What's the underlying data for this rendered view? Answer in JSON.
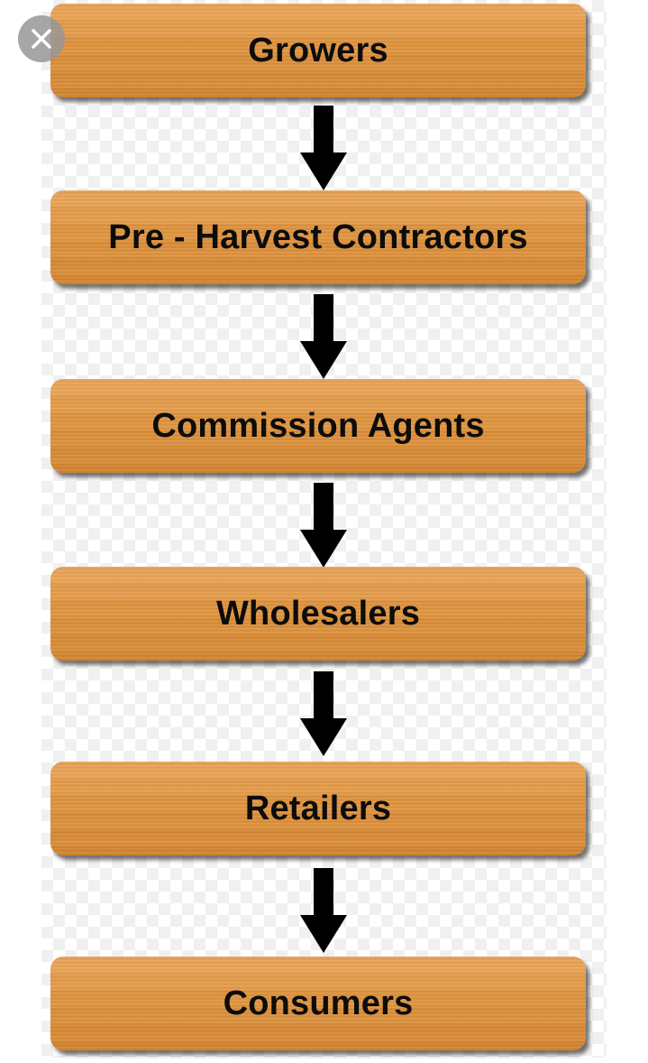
{
  "diagram": {
    "nodes": [
      {
        "id": "growers",
        "label": "Growers"
      },
      {
        "id": "pre-harvest-contractors",
        "label": "Pre - Harvest Contractors"
      },
      {
        "id": "commission-agents",
        "label": "Commission Agents"
      },
      {
        "id": "wholesalers",
        "label": "Wholesalers"
      },
      {
        "id": "retailers",
        "label": "Retailers"
      },
      {
        "id": "consumers",
        "label": "Consumers"
      }
    ],
    "edges": [
      {
        "from": "growers",
        "to": "pre-harvest-contractors"
      },
      {
        "from": "pre-harvest-contractors",
        "to": "commission-agents"
      },
      {
        "from": "commission-agents",
        "to": "wholesalers"
      },
      {
        "from": "wholesalers",
        "to": "retailers"
      },
      {
        "from": "retailers",
        "to": "consumers"
      }
    ]
  },
  "close_button": {
    "icon": "close-icon"
  }
}
